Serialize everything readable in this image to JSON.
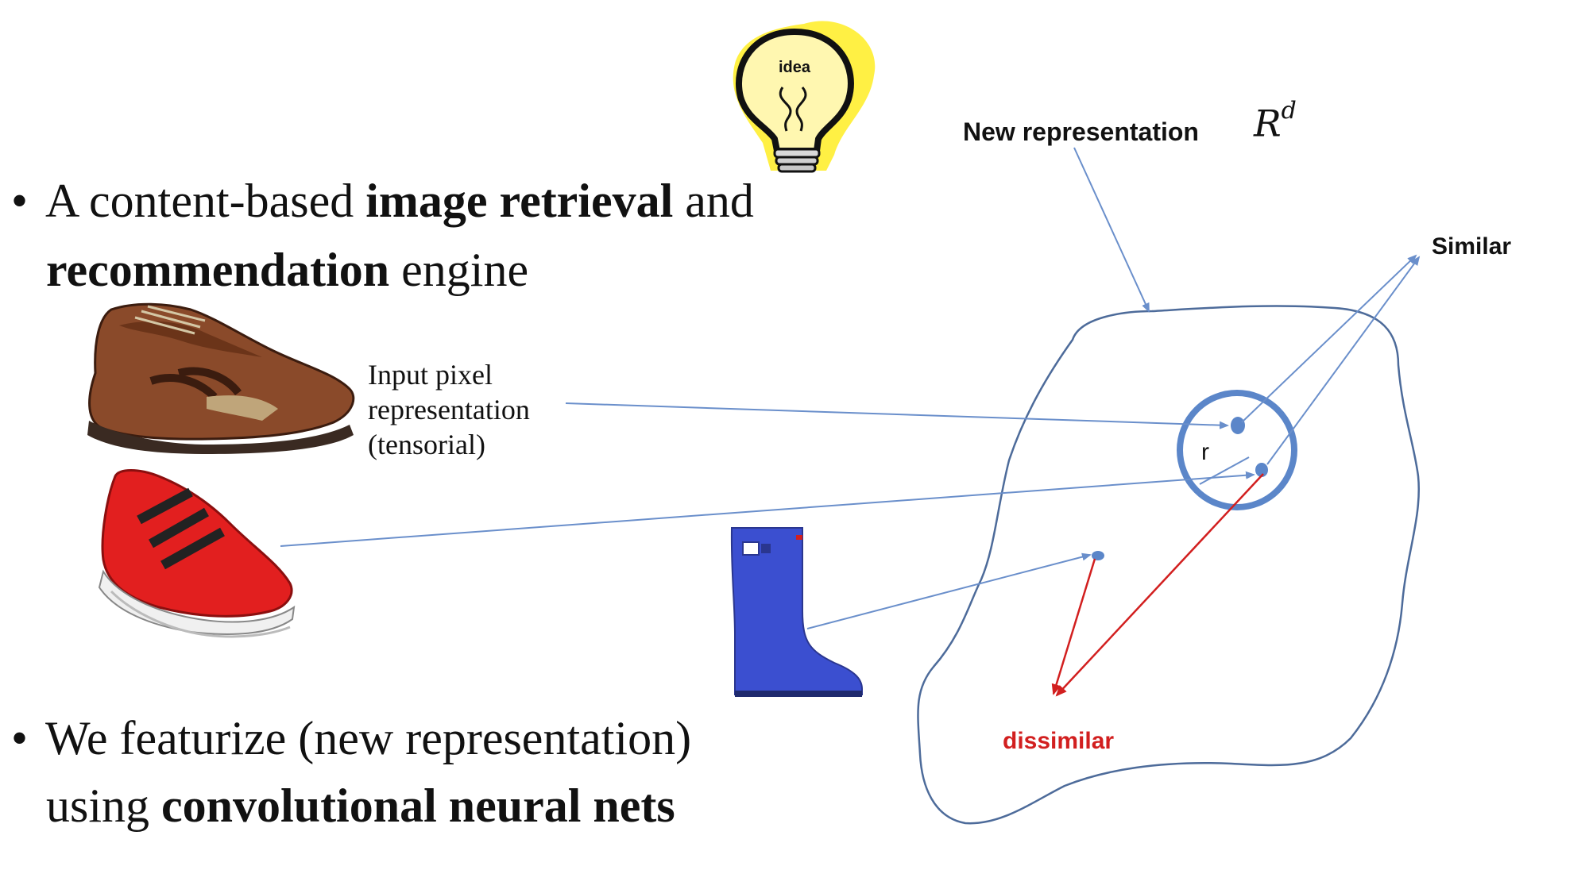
{
  "bullets": [
    {
      "line1": {
        "pre": "A content-based ",
        "bold": "image retrieval",
        "post": " and"
      },
      "line2": {
        "bold": "recommendation",
        "post": " engine"
      }
    },
    {
      "line1": {
        "pre": "We featurize (new representation)"
      },
      "line2": {
        "pre": "using ",
        "bold": "convolutional neural nets"
      }
    }
  ],
  "bullet_symbol": "•",
  "input_label": {
    "line1": "Input pixel",
    "line2": "representation",
    "line3": "(tensorial)"
  },
  "space_label": "New representation",
  "math_symbol": {
    "base": "R",
    "exponent": "d"
  },
  "similar_label": "Similar",
  "dissimilar_label": "dissimilar",
  "radius_label": "r",
  "idea_text": "idea",
  "icons": {
    "lightbulb": "lightbulb-icon",
    "brown_shoe": "brown-leather-shoe-icon",
    "red_sneaker": "red-sneaker-icon",
    "blue_boot": "blue-rain-boot-icon"
  },
  "colors": {
    "blue_line": "#6a8fcb",
    "blob_outline": "#4d6b9a",
    "red_arrow": "#d21f1f",
    "dissimilar_text": "#d21f1f",
    "circle": "#5b86c9",
    "bulb_yellow": "#ffef3a"
  }
}
